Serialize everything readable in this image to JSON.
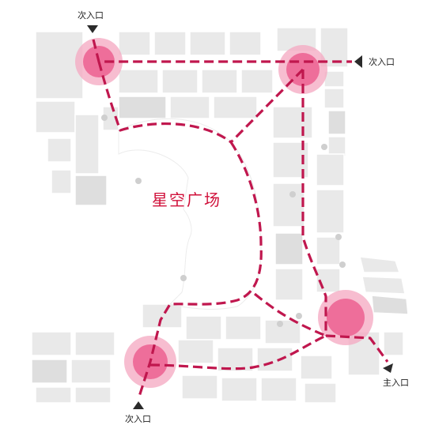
{
  "map": {
    "plaza_label": "星空广场",
    "entrances": [
      {
        "id": "top-left",
        "label": "次入口"
      },
      {
        "id": "top-right",
        "label": "次入口"
      },
      {
        "id": "bottom-left",
        "label": "次入口"
      },
      {
        "id": "main",
        "label": "主入口"
      }
    ],
    "colors": {
      "route": "#c0174e",
      "plaza_text": "#d0103a",
      "node_inner": "#ee6e9a",
      "node_outer": "#f4a7c0",
      "marker": "#2b2b2b",
      "building": "#e9e9e9",
      "open_space": "#ffffff"
    },
    "icons": [
      "entrance-triangle-icon",
      "info-circle-icon"
    ]
  }
}
